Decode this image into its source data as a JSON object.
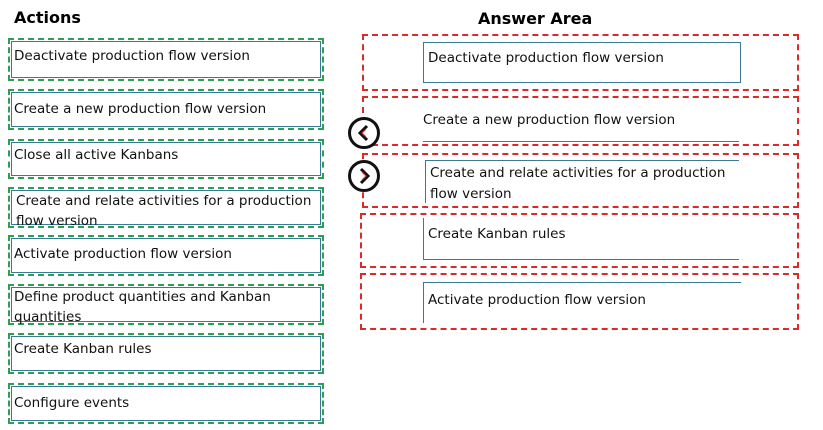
{
  "actions_title": "Actions",
  "answer_title": "Answer Area",
  "actions": [
    {
      "label": "Deactivate production flow version"
    },
    {
      "label": "Create a new production flow version"
    },
    {
      "label": "Close all active Kanbans"
    },
    {
      "label_line1": "Create and relate activities for a production",
      "label_line2": "flow version"
    },
    {
      "label": "Activate production flow version"
    },
    {
      "label_line1": "Define product quantities and Kanban",
      "label_line2": "quantities"
    },
    {
      "label": "Create Kanban rules"
    },
    {
      "label": "Configure events"
    }
  ],
  "answers": [
    {
      "label": "Deactivate production flow version"
    },
    {
      "label": "Create a new production flow version"
    },
    {
      "label_line1": "Create and relate activities for a production",
      "label_line2": "flow version"
    },
    {
      "label": "Create Kanban rules"
    },
    {
      "label": "Activate production flow version"
    }
  ],
  "controls": {
    "move_left_icon": "chevron-left-icon",
    "move_right_icon": "chevron-right-icon"
  },
  "colors": {
    "actions_border": "#2e9e55",
    "answer_border": "#d92b2b",
    "item_border": "#3b7a94"
  }
}
